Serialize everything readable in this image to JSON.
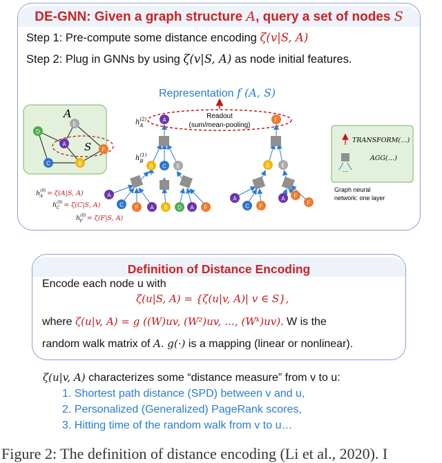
{
  "panel1": {
    "title_prefix": "DE-GNN: Given a graph structure ",
    "title_A": "A",
    "title_mid": ", query a set of nodes ",
    "title_S": "S",
    "step1_prefix": "Step 1: Pre-compute some distance encoding ",
    "step1_math": "ζ(v|S, A)",
    "step2_prefix": "Step 2: Plug in GNNs by using ",
    "step2_math": "ζ(v|S, A)",
    "step2_suffix": " as node initial features."
  },
  "diagram": {
    "representation_label": "Representation ",
    "representation_math": "f (A, S)",
    "readout_line1": "Readout",
    "readout_line2": "(sum/mean-pooling)",
    "graph_label_A": "A",
    "graph_label_S": "S",
    "h_A2": "h",
    "h_A2_sup": "(2)",
    "h_A2_sub": "A",
    "h_B1": "h",
    "h_B1_sup": "(1)",
    "h_B1_sub": "B",
    "init_A": "= ζ(A|S, A)",
    "init_C": "= ζ(C|S, A)",
    "init_F": "= ζ(F|S, A)",
    "init_sup": "(0)",
    "transform_label": "TRANSFORM(…)",
    "agg_label": "AGG(…)",
    "ellipsis": "…",
    "layer_caption_line1": "Graph neural",
    "layer_caption_line2": "network: one layer",
    "colors": {
      "A": "#6a35a8",
      "B": "#f2b800",
      "C": "#2f74c8",
      "D": "#4cae4c",
      "E": "#a8a8a8",
      "F": "#ee7a2e",
      "agg_box": "#909090",
      "graph_bg": "#e3f1dc",
      "layer_bg": "#e3f1dc",
      "red": "#c01818",
      "blue": "#2a7bd4"
    }
  },
  "panel2": {
    "title": "Definition of Distance Encoding",
    "line1": "Encode each node u with",
    "line2": "ζ(u|S, A) = {ζ(u|v, A)| v ∈ S},",
    "line3_prefix": "where ",
    "line3_math": "ζ(u|v, A) = g ((W)uv, (W²)uv, …, (Wᵏ)uv)",
    "line3_suffix": ". W is the",
    "line4_prefix": "random walk matrix of ",
    "line4_math": "A. g(·)",
    "line4_suffix": " is a mapping (linear or nonlinear)."
  },
  "bottom": {
    "intro_math": "ζ(u|v, A)",
    "intro_text": " characterizes some “distance measure” from v to u:",
    "items": [
      "1.  Shortest path distance (SPD) between v and u,",
      "2.  Personalized (Generalized) PageRank scores,",
      "3.  Hitting time of the random walk from v to u…"
    ]
  },
  "caption": {
    "text": "Figure 2: The definition of distance encoding (Li et al., 2020). I"
  }
}
